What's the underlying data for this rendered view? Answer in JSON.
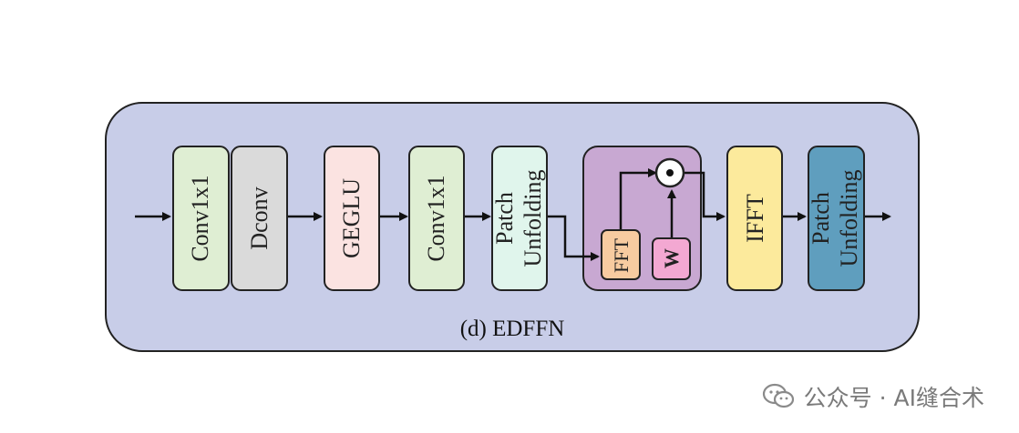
{
  "diagram": {
    "caption": "(d) EDFFN",
    "blocks": {
      "conv1": {
        "label": "Conv1x1",
        "color": "#dfeed3"
      },
      "dconv": {
        "label": "Dconv",
        "color": "#dadada"
      },
      "geglu": {
        "label": "GEGLU",
        "color": "#fbe3e1"
      },
      "conv2": {
        "label": "Conv1x1",
        "color": "#dfeed3"
      },
      "patch1": {
        "line1": "Patch",
        "line2": "Unfolding",
        "color": "#e0f5ec"
      },
      "fft": {
        "label": "FFT",
        "color": "#f7cba0"
      },
      "w": {
        "label": "W",
        "color": "#f3a8d2"
      },
      "ifft": {
        "label": "IFFT",
        "color": "#fcea9c"
      },
      "patch2": {
        "line1": "Patch",
        "line2": "Unfolding",
        "color": "#5f9ebe"
      }
    },
    "operator": {
      "symbol": "⊙"
    },
    "colors": {
      "container": "#c8cde8",
      "freq_container": "#c8a8d2",
      "stroke": "#222222"
    }
  },
  "watermark": {
    "text": "公众号 · AI缝合术",
    "icon": "wechat-icon"
  }
}
